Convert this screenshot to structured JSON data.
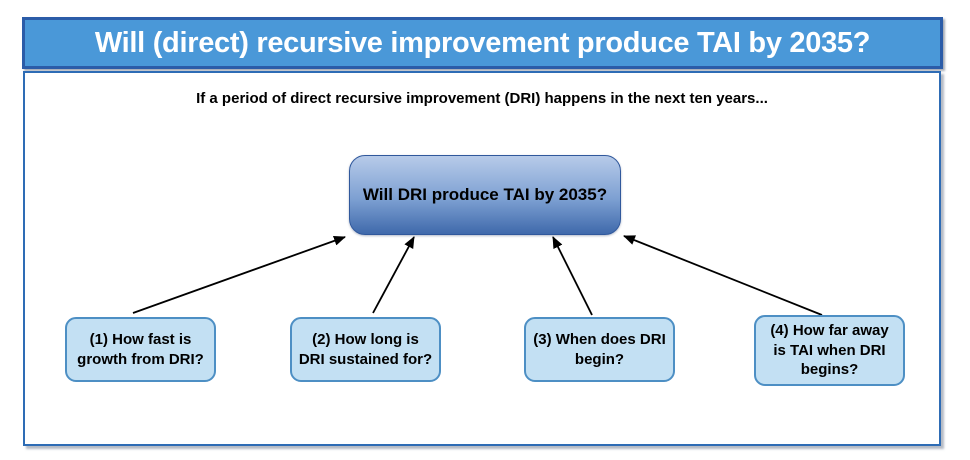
{
  "title": "Will (direct) recursive improvement produce TAI by 2035?",
  "subtitle": "If a period of direct recursive improvement (DRI) happens in the next ten years...",
  "center_node": {
    "label": "Will DRI produce TAI by 2035?"
  },
  "factors": [
    {
      "id": 1,
      "label": "(1) How fast is\ngrowth from DRI?"
    },
    {
      "id": 2,
      "label": "(2) How long is\nDRI sustained for?"
    },
    {
      "id": 3,
      "label": "(3) When does DRI\nbegin?"
    },
    {
      "id": 4,
      "label": "(4) How far away\nis TAI when DRI\nbegins?"
    }
  ],
  "colors": {
    "banner-bg": "#4a98d8",
    "banner-border": "#2b5ca8",
    "panel-border": "#2e6cb5",
    "node-gradient-top": "#b7cbe9",
    "node-gradient-mid": "#7da0d2",
    "node-gradient-bottom": "#3f69ab",
    "node-border": "#30589c",
    "factor-bg": "#c3e0f3",
    "factor-border": "#4d8fc4",
    "arrow": "#000000",
    "title-text": "#ffffff",
    "body-text": "#000000"
  }
}
